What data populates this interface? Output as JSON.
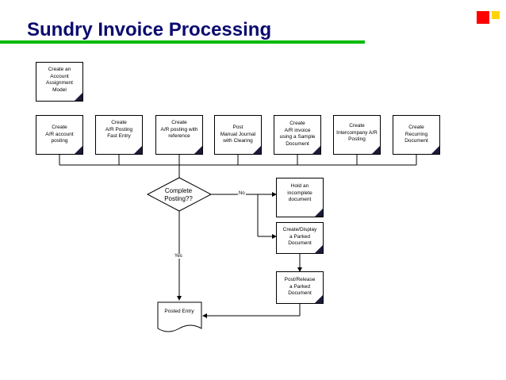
{
  "title": "Sundry Invoice Processing",
  "steps": {
    "account_model": "Create an\nAccount\nAssignment\nModel",
    "ar_account": "Create\nA/R account\nposting",
    "ar_fast": "Create\nA/R Posting\nFast Entry",
    "ar_reference": "Create\nA/R posting with\nreference",
    "manual_journal": "Post\nManual Journal\nwith Clearing",
    "ar_sample": "Create\nA/R invoice\nusing a Sample\nDocument",
    "intercompany": "Create\nIntercompany A/R\nPosting",
    "recurring": "Create\nRecurring\nDocument",
    "hold": "Hold an\nincomplete\ndocument",
    "display_parked": "Create/Display\na Parked\nDocument",
    "post_release": "Post/Release\na Parked\nDocument"
  },
  "decision": "Complete\nPosting??",
  "labels": {
    "no": "No",
    "yes": "Yes"
  },
  "terminal": "Posted Entry",
  "colors": {
    "title": "#0a0a6e",
    "title_bar": "#00bb00",
    "red_square": "#ff0000",
    "yellow_square": "#ffd400",
    "box_fold": "#1a1a3a"
  }
}
